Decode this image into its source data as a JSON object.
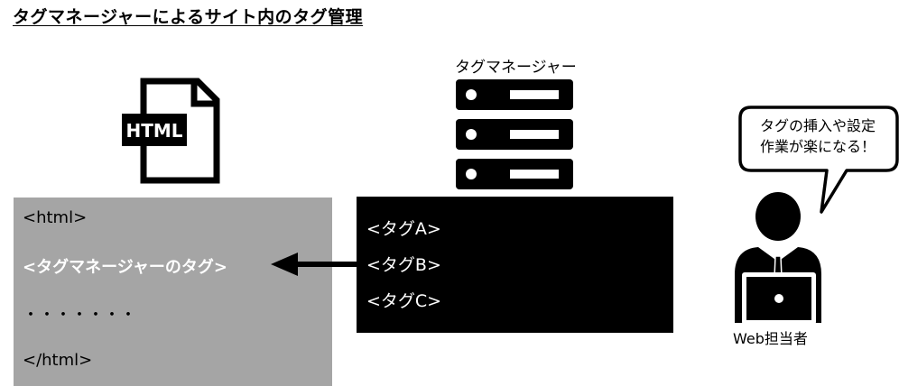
{
  "title": "タグマネージャーによるサイト内のタグ管理",
  "tag_manager": {
    "label": "タグマネージャー",
    "icon": "server-icon",
    "tags": [
      "<タグA>",
      "<タグB>",
      "<タグC>"
    ]
  },
  "html_file": {
    "icon_label": "HTML",
    "icon": "html-file-icon",
    "lines": [
      "<html>",
      "<タグマネージャーのタグ>",
      "・・・・・・・",
      "</html>"
    ]
  },
  "person": {
    "label": "Web担当者",
    "icon": "person-with-laptop-icon",
    "speech_line1": "タグの挿入や設定",
    "speech_line2": "作業が楽になる！"
  },
  "arrow": {
    "icon": "arrow-left-icon"
  },
  "colors": {
    "html_panel_bg": "#a5a5a5",
    "tag_panel_bg": "#000000",
    "highlight_text": "#ffffff"
  }
}
